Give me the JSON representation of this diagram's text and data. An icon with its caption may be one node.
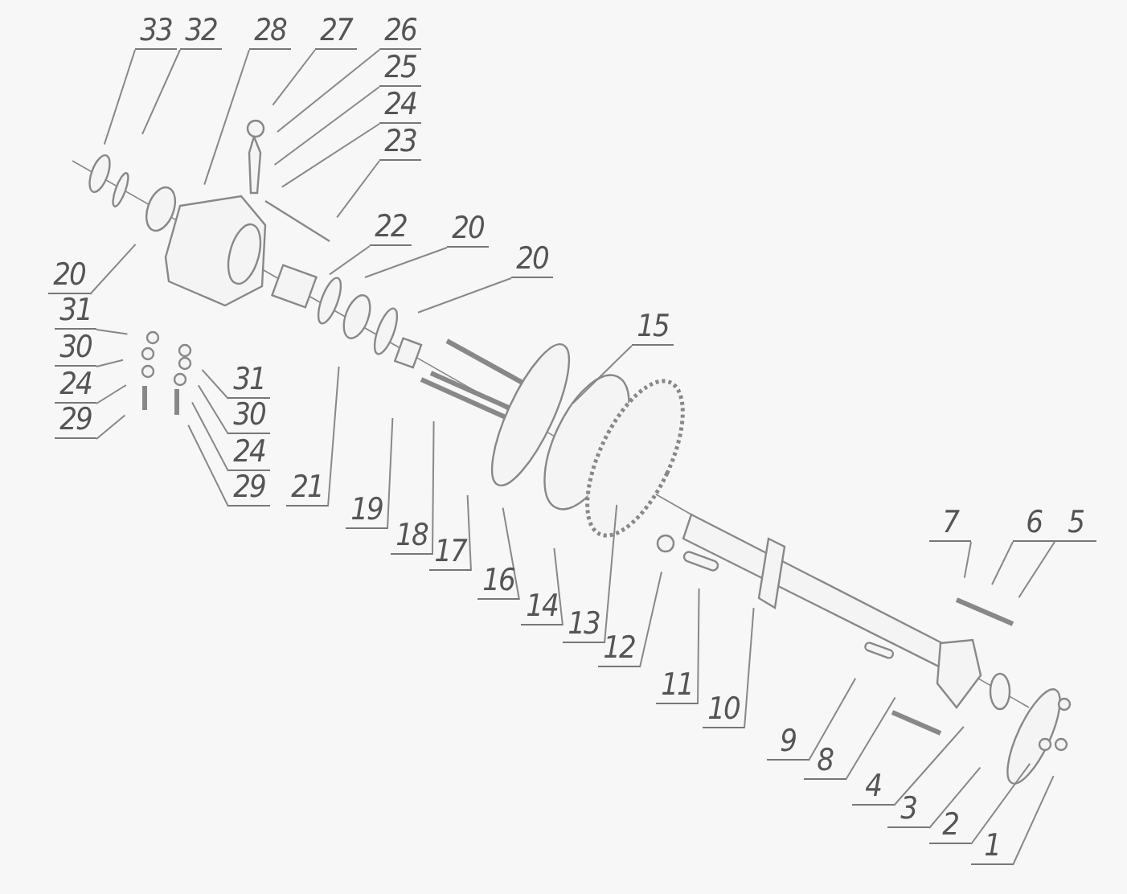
{
  "diagram": {
    "nodes": [
      {
        "text": [
          "33"
        ]
      },
      {
        "text": [
          "32"
        ]
      },
      {
        "text": [
          "28"
        ]
      },
      {
        "text": [
          "27"
        ]
      },
      {
        "text": [
          "26"
        ]
      },
      {
        "text": [
          "25"
        ]
      },
      {
        "text": [
          "24"
        ]
      },
      {
        "text": [
          "23"
        ]
      },
      {
        "text": [
          "22"
        ]
      },
      {
        "text": [
          "20"
        ]
      },
      {
        "text": [
          "20"
        ]
      },
      {
        "text": [
          "20"
        ]
      },
      {
        "text": [
          "31"
        ]
      },
      {
        "text": [
          "30"
        ]
      },
      {
        "text": [
          "24"
        ]
      },
      {
        "text": [
          "29"
        ]
      },
      {
        "text": [
          "31"
        ]
      },
      {
        "text": [
          "30"
        ]
      },
      {
        "text": [
          "24"
        ]
      },
      {
        "text": [
          "29"
        ]
      },
      {
        "text": [
          "21"
        ]
      },
      {
        "text": [
          "19"
        ]
      },
      {
        "text": [
          "18"
        ]
      },
      {
        "text": [
          "17"
        ]
      },
      {
        "text": [
          "16"
        ]
      },
      {
        "text": [
          "14"
        ]
      },
      {
        "text": [
          "15"
        ]
      },
      {
        "text": [
          "13"
        ]
      },
      {
        "text": [
          "12"
        ]
      },
      {
        "text": [
          "11"
        ]
      },
      {
        "text": [
          "10"
        ]
      },
      {
        "text": [
          "9"
        ]
      },
      {
        "text": [
          "8"
        ]
      },
      {
        "text": [
          "4"
        ]
      },
      {
        "text": [
          "3"
        ]
      },
      {
        "text": [
          "2"
        ]
      },
      {
        "text": [
          "1"
        ]
      },
      {
        "text": [
          "7"
        ]
      },
      {
        "text": [
          "6"
        ]
      },
      {
        "text": [
          "5"
        ]
      }
    ],
    "edges": [
      {
        "from": 0,
        "to": null,
        "arrow": "none"
      },
      {
        "from": 1,
        "to": null,
        "arrow": "none"
      },
      {
        "from": 2,
        "to": null,
        "arrow": "none"
      },
      {
        "from": 3,
        "to": null,
        "arrow": "none"
      },
      {
        "from": 4,
        "to": null,
        "arrow": "none"
      },
      {
        "from": 5,
        "to": null,
        "arrow": "none"
      },
      {
        "from": 6,
        "to": null,
        "arrow": "none"
      },
      {
        "from": 7,
        "to": null,
        "arrow": "none"
      },
      {
        "from": 8,
        "to": null,
        "arrow": "none"
      },
      {
        "from": 9,
        "to": null,
        "arrow": "none"
      },
      {
        "from": 10,
        "to": null,
        "arrow": "none"
      },
      {
        "from": 11,
        "to": null,
        "arrow": "none"
      },
      {
        "from": 12,
        "to": null,
        "arrow": "none"
      },
      {
        "from": 13,
        "to": null,
        "arrow": "none"
      },
      {
        "from": 14,
        "to": null,
        "arrow": "none"
      },
      {
        "from": 15,
        "to": null,
        "arrow": "none"
      },
      {
        "from": 16,
        "to": null,
        "arrow": "none"
      },
      {
        "from": 17,
        "to": null,
        "arrow": "none"
      },
      {
        "from": 18,
        "to": null,
        "arrow": "none"
      },
      {
        "from": 19,
        "to": null,
        "arrow": "none"
      },
      {
        "from": 20,
        "to": null,
        "arrow": "none"
      },
      {
        "from": 21,
        "to": null,
        "arrow": "none"
      },
      {
        "from": 22,
        "to": null,
        "arrow": "none"
      },
      {
        "from": 23,
        "to": null,
        "arrow": "none"
      },
      {
        "from": 24,
        "to": null,
        "arrow": "none"
      },
      {
        "from": 25,
        "to": null,
        "arrow": "none"
      },
      {
        "from": 26,
        "to": null,
        "arrow": "none"
      },
      {
        "from": 27,
        "to": null,
        "arrow": "none"
      },
      {
        "from": 28,
        "to": null,
        "arrow": "none"
      },
      {
        "from": 29,
        "to": null,
        "arrow": "none"
      },
      {
        "from": 30,
        "to": null,
        "arrow": "none"
      },
      {
        "from": 31,
        "to": null,
        "arrow": "none"
      },
      {
        "from": 32,
        "to": null,
        "arrow": "none"
      },
      {
        "from": 33,
        "to": null,
        "arrow": "none"
      },
      {
        "from": 34,
        "to": null,
        "arrow": "none"
      },
      {
        "from": 35,
        "to": null,
        "arrow": "none"
      },
      {
        "from": 36,
        "to": null,
        "arrow": "none"
      },
      {
        "from": 37,
        "to": null,
        "arrow": "none"
      },
      {
        "from": 38,
        "to": null,
        "arrow": "none"
      },
      {
        "from": 39,
        "to": null,
        "arrow": "none"
      }
    ]
  }
}
